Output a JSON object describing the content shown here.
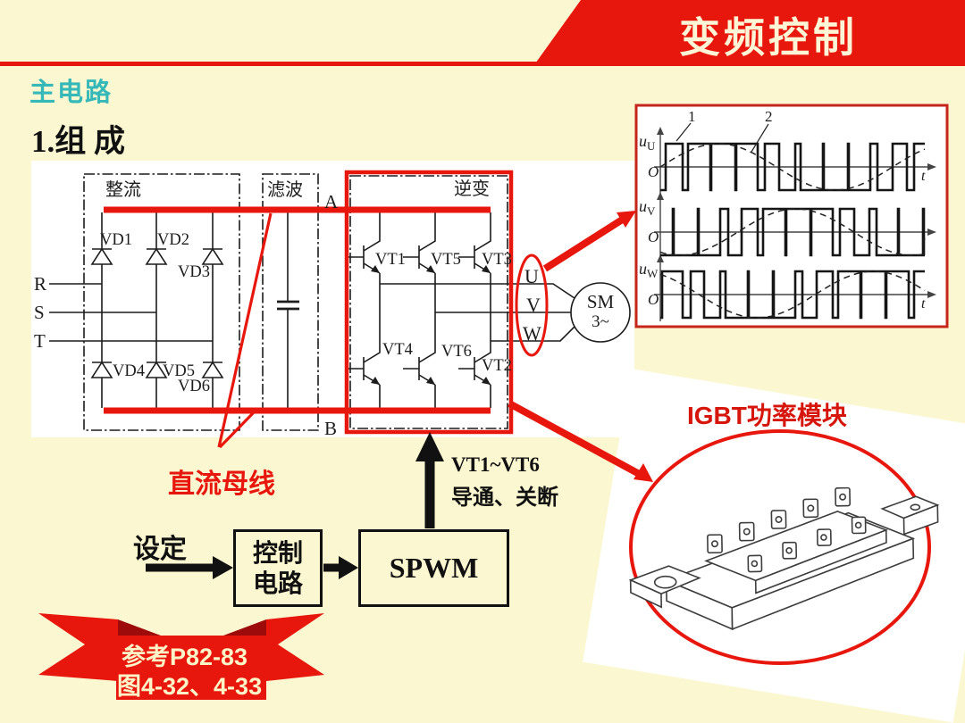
{
  "slide": {
    "title": "变频控制",
    "section": "主电路",
    "heading": "1.组 成"
  },
  "circuit": {
    "blocks": {
      "rectifier": "整流",
      "filter": "滤波",
      "inverter": "逆变"
    },
    "bus_labels": {
      "a": "A",
      "b": "B"
    },
    "dc_bus_label": "直流母线",
    "inputs": [
      "R",
      "S",
      "T"
    ],
    "outputs": [
      "U",
      "V",
      "W"
    ],
    "diodes": [
      "VD1",
      "VD2",
      "VD3",
      "VD4",
      "VD5",
      "VD6"
    ],
    "transistors_top": [
      "VT1",
      "VT5",
      "VT3"
    ],
    "transistors_bottom": [
      "VT4",
      "VT6",
      "VT2"
    ],
    "motor": {
      "line1": "SM",
      "line2": "3~"
    }
  },
  "waveforms": {
    "annotations": {
      "pwm": "1",
      "sine": "2"
    },
    "rows": [
      {
        "label": "u",
        "sub": "U",
        "origin": "O",
        "axis": "t",
        "phase_deg": 0
      },
      {
        "label": "u",
        "sub": "V",
        "origin": "O",
        "axis": "t",
        "phase_deg": -120
      },
      {
        "label": "u",
        "sub": "W",
        "origin": "O",
        "axis": "t",
        "phase_deg": 120
      }
    ]
  },
  "control": {
    "setpoint": "设定",
    "controller_line1": "控制",
    "controller_line2": "电路",
    "spwm": "SPWM",
    "gate_line1": "VT1~VT6",
    "gate_line2": "导通、关断"
  },
  "igbt": {
    "label": "IGBT功率模块"
  },
  "banner": {
    "line1": "参考P82-83",
    "line2": "图4-32、4-33"
  },
  "colors": {
    "background": "#FBF7D1",
    "accent_red": "#E8170D",
    "section_teal": "#35B8B8",
    "banner_text": "#FFF4C8",
    "line_black": "#1C1C1C"
  }
}
